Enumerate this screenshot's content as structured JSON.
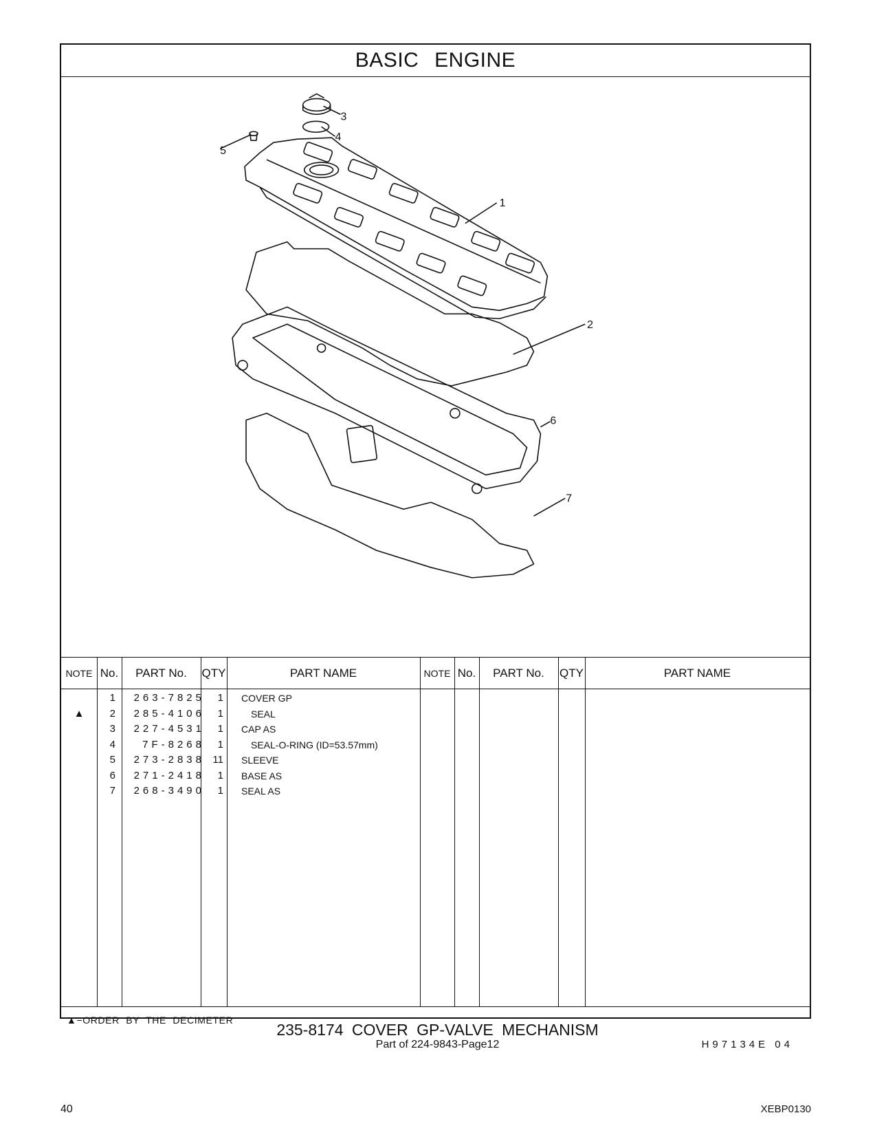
{
  "section_title": "BASIC   ENGINE",
  "diagram": {
    "callouts": [
      "1",
      "2",
      "3",
      "4",
      "5",
      "6",
      "7"
    ]
  },
  "table": {
    "headers": {
      "note": "NOTE",
      "no": "No.",
      "part_no": "PART No.",
      "qty": "QTY",
      "part_name": "PART NAME"
    },
    "rows": [
      {
        "note": "",
        "no": "1",
        "part_no": "263-7825",
        "qty": "1",
        "name": "COVER  GP"
      },
      {
        "note": "▲",
        "no": "2",
        "part_no": "285-4106",
        "qty": "1",
        "name": "SEAL"
      },
      {
        "note": "",
        "no": "3",
        "part_no": "227-4531",
        "qty": "1",
        "name": "CAP  AS"
      },
      {
        "note": "",
        "no": "4",
        "part_no": "7F-8268",
        "qty": "1",
        "name": "SEAL-O-RING (ID=53.57mm)"
      },
      {
        "note": "",
        "no": "5",
        "part_no": "273-2838",
        "qty": "11",
        "name": "SLEEVE"
      },
      {
        "note": "",
        "no": "6",
        "part_no": "271-2418",
        "qty": "1",
        "name": "BASE  AS"
      },
      {
        "note": "",
        "no": "7",
        "part_no": "268-3490",
        "qty": "1",
        "name": "SEAL  AS"
      }
    ]
  },
  "footnote": "▲−ORDER  BY  THE  DECIMETER",
  "doc_code": "H97134E   04",
  "caption": "235-8174   COVER  GP-VALVE  MECHANISM",
  "subcaption": "Part of 224-9843-Page12",
  "page_number": "40",
  "publication_code": "XEBP0130"
}
